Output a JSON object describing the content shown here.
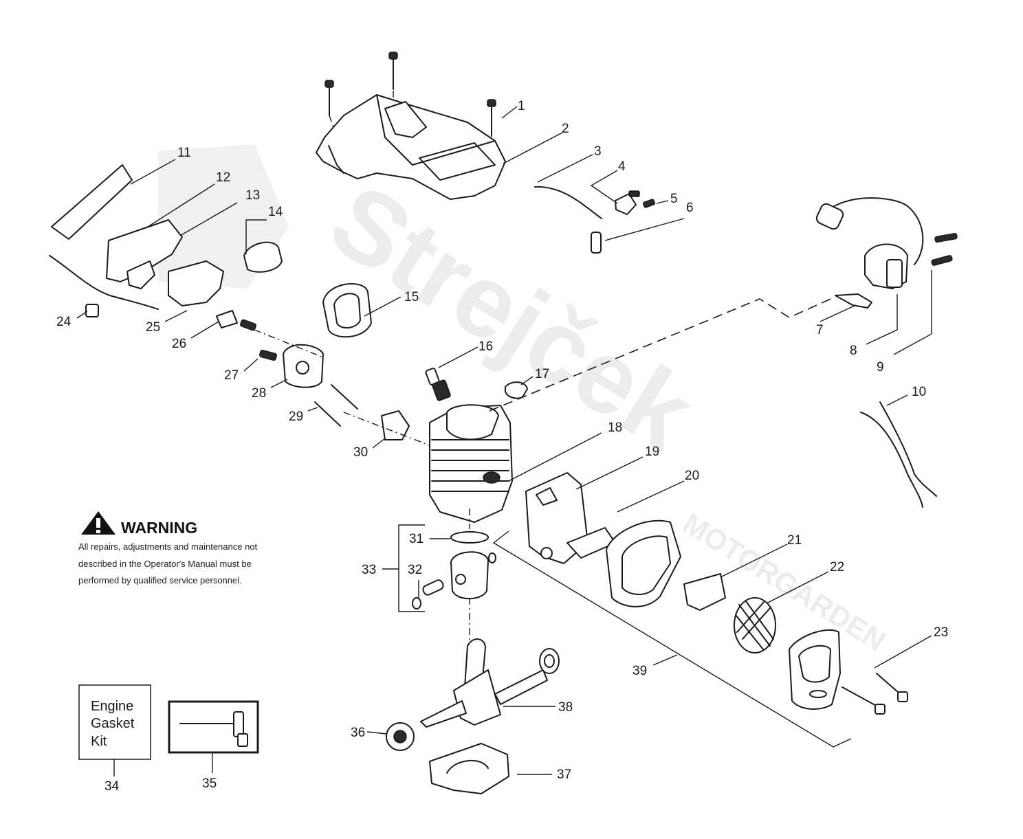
{
  "watermark": {
    "brand": "Strejček",
    "sub": "MOTORGARDEN"
  },
  "warning": {
    "title": "WARNING",
    "line1": "All repairs, adjustments and maintenance not",
    "line2": "described in the Operator's Manual must be",
    "line3": "performed by qualified  service personnel."
  },
  "kit_box": {
    "line1": "Engine",
    "line2": "Gasket",
    "line3": "Kit"
  },
  "part_numbers": [
    "1",
    "2",
    "3",
    "4",
    "5",
    "6",
    "7",
    "8",
    "9",
    "10",
    "11",
    "12",
    "13",
    "14",
    "15",
    "16",
    "17",
    "18",
    "19",
    "20",
    "21",
    "22",
    "23",
    "24",
    "25",
    "26",
    "27",
    "28",
    "29",
    "30",
    "31",
    "32",
    "33",
    "34",
    "35",
    "36",
    "37",
    "38",
    "39"
  ]
}
